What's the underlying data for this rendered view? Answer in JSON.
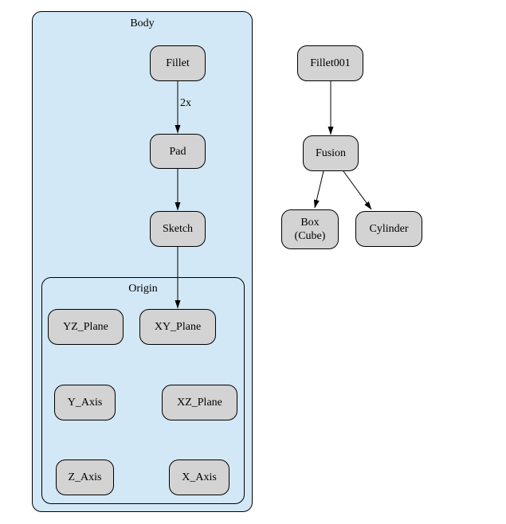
{
  "diagram": {
    "clusters": {
      "body": {
        "label": "Body"
      },
      "origin": {
        "label": "Origin"
      }
    },
    "nodes": {
      "fillet": {
        "label": "Fillet"
      },
      "pad": {
        "label": "Pad"
      },
      "sketch": {
        "label": "Sketch"
      },
      "yz_plane": {
        "label": "YZ_Plane"
      },
      "xy_plane": {
        "label": "XY_Plane"
      },
      "y_axis": {
        "label": "Y_Axis"
      },
      "xz_plane": {
        "label": "XZ_Plane"
      },
      "z_axis": {
        "label": "Z_Axis"
      },
      "x_axis": {
        "label": "X_Axis"
      },
      "fillet001": {
        "label": "Fillet001"
      },
      "fusion": {
        "label": "Fusion"
      },
      "box_cube": {
        "label": "Box\n(Cube)"
      },
      "cylinder": {
        "label": "Cylinder"
      }
    },
    "edges": [
      {
        "from": "Fillet",
        "to": "Pad",
        "label": "2x"
      },
      {
        "from": "Pad",
        "to": "Sketch",
        "label": ""
      },
      {
        "from": "Sketch",
        "to": "XY_Plane",
        "label": ""
      },
      {
        "from": "Fillet001",
        "to": "Fusion",
        "label": ""
      },
      {
        "from": "Fusion",
        "to": "Box (Cube)",
        "label": ""
      },
      {
        "from": "Fusion",
        "to": "Cylinder",
        "label": ""
      }
    ],
    "colors": {
      "cluster_fill": "#d2e8f6",
      "node_fill": "#d3d3d3",
      "line": "#000000"
    }
  }
}
